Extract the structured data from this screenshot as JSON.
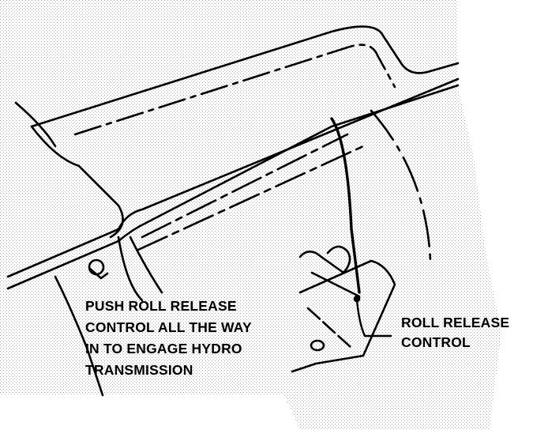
{
  "diagram": {
    "instruction_label": [
      "PUSH ROLL RELEASE",
      "CONTROL ALL THE WAY",
      "IN TO ENGAGE HYDRO",
      "TRANSMISSION"
    ],
    "part_label": [
      "ROLL RELEASE",
      "CONTROL"
    ],
    "colors": {
      "ink": "#000000",
      "paper": "#ffffff",
      "stipple": "#9a9a9a"
    }
  }
}
